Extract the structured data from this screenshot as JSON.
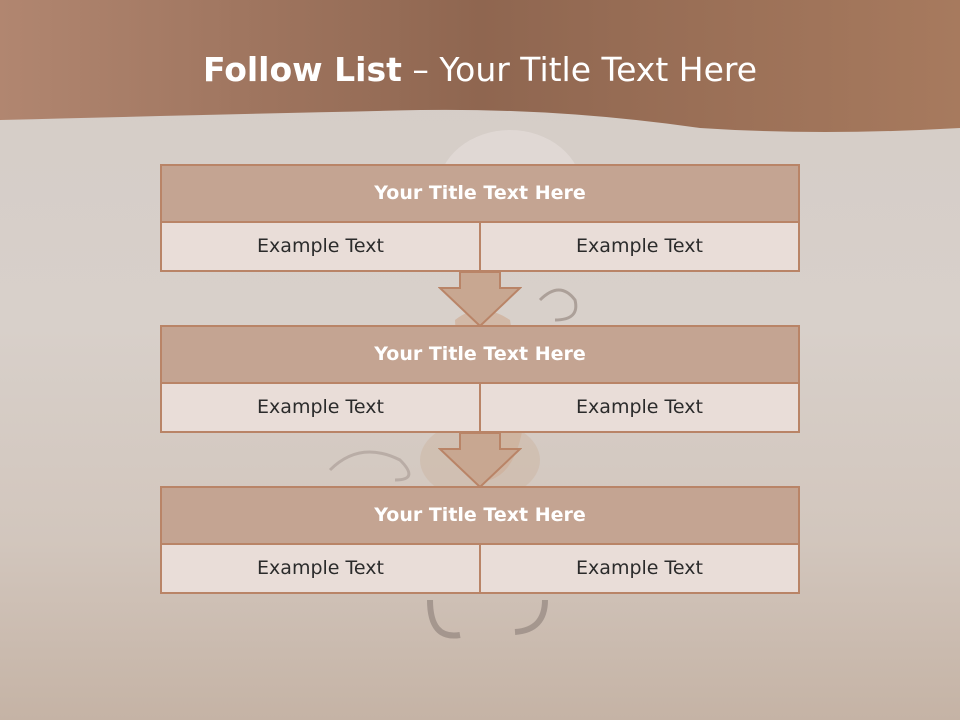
{
  "slide": {
    "title_bold": "Follow List",
    "title_rest": " – Your Title Text Here"
  },
  "rows": [
    {
      "title": "Your Title Text Here",
      "cells": [
        "Example Text",
        "Example Text"
      ]
    },
    {
      "title": "Your Title Text Here",
      "cells": [
        "Example Text",
        "Example Text"
      ]
    },
    {
      "title": "Your Title Text Here",
      "cells": [
        "Example Text",
        "Example Text"
      ]
    }
  ],
  "colors": {
    "header": "#9c6f56",
    "title_bar": "#c4a492",
    "cell_bg": "#e9ddd8",
    "border": "#b98467"
  }
}
